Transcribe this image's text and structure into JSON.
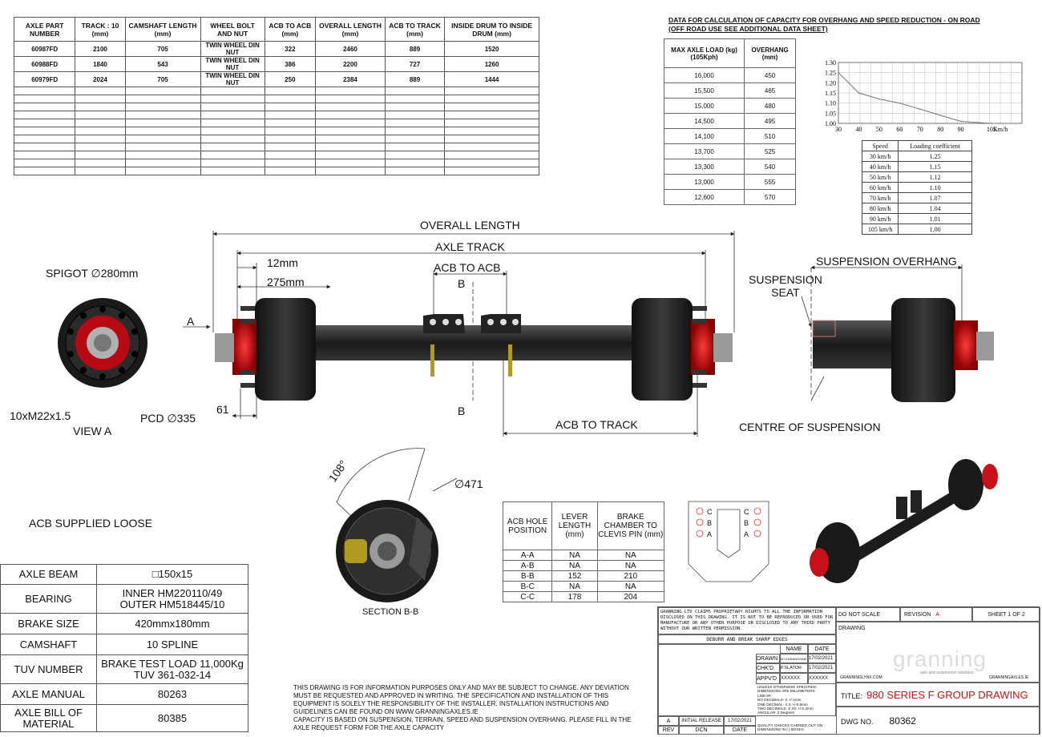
{
  "parts_table": {
    "headers": [
      "AXLE PART NUMBER",
      "TRACK : 10 (mm)",
      "CAMSHAFT LENGTH (mm)",
      "WHEEL BOLT AND NUT",
      "ACB TO ACB (mm)",
      "OVERALL LENGTH (mm)",
      "ACB TO TRACK (mm)",
      "INSIDE DRUM TO INSIDE DRUM (mm)"
    ],
    "rows": [
      [
        "60987FD",
        "2100",
        "705",
        "TWIN WHEEL DIN NUT",
        "322",
        "2460",
        "889",
        "1520"
      ],
      [
        "60988FD",
        "1840",
        "543",
        "TWIN WHEEL DIN NUT",
        "386",
        "2200",
        "727",
        "1260"
      ],
      [
        "60979FD",
        "2024",
        "705",
        "TWIN WHEEL DIN NUT",
        "250",
        "2384",
        "889",
        "1444"
      ]
    ],
    "empty_rows": 11
  },
  "overhang": {
    "title_line1": "DATA FOR CALCULATION OF CAPACITY FOR OVERHANG AND SPEED REDUCTION - ON ROAD",
    "title_line2": "(OFF ROAD USE SEE ADDITIONAL DATA SHEET)",
    "headers": [
      "MAX AXLE LOAD (kg) (105Kph)",
      "OVERHANG (mm)"
    ],
    "rows": [
      [
        "16,000",
        "450"
      ],
      [
        "15,500",
        "465"
      ],
      [
        "15,000",
        "480"
      ],
      [
        "14,500",
        "495"
      ],
      [
        "14,100",
        "510"
      ],
      [
        "13,700",
        "525"
      ],
      [
        "13,300",
        "540"
      ],
      [
        "13,000",
        "555"
      ],
      [
        "12,600",
        "570"
      ]
    ]
  },
  "chart_data": {
    "type": "line",
    "x": [
      30,
      40,
      50,
      60,
      70,
      80,
      90,
      105
    ],
    "series": [
      {
        "values": [
          1.25,
          1.15,
          1.12,
          1.1,
          1.07,
          1.04,
          1.01,
          1.0
        ]
      }
    ],
    "x_ticks": [
      "30",
      "40",
      "50",
      "60",
      "70",
      "80",
      "90",
      "105"
    ],
    "y_ticks": [
      "1.30",
      "1.25",
      "1.20",
      "1.15",
      "1.10",
      "1.05",
      "1.00"
    ],
    "x_unit": "Km/h",
    "xlim": [
      30,
      120
    ],
    "ylim": [
      1.0,
      1.3
    ],
    "grid": true
  },
  "coef_table": {
    "headers": [
      "Speed",
      "Loading coefficient"
    ],
    "rows": [
      [
        "30 km/h",
        "1.25"
      ],
      [
        "40 km/h",
        "1.15"
      ],
      [
        "50 km/h",
        "1.12"
      ],
      [
        "60 km/h",
        "1.10"
      ],
      [
        "70 km/h",
        "1.07"
      ],
      [
        "80 km/h",
        "1.04"
      ],
      [
        "90 km/h",
        "1.01"
      ],
      [
        "105 km/h",
        "1.00"
      ]
    ]
  },
  "dims": {
    "overall_length": "OVERALL LENGTH",
    "axle_track": "AXLE TRACK",
    "acb_to_acb": "ACB TO ACB",
    "acb_to_track": "ACB TO TRACK",
    "d12": "12mm",
    "d275": "275mm",
    "d61": "61",
    "section_b_top": "B",
    "section_b_bottom": "B",
    "view_arrow": "A",
    "spigot": "SPIGOT",
    "spigot_dim": "280mm",
    "bolts": "10xM22x1.5",
    "pcd": "PCD",
    "pcd_dim": "335",
    "view_a": "VIEW A",
    "suspension_overhang": "SUSPENSION OVERHANG",
    "suspension_seat_1": "SUSPENSION",
    "suspension_seat_2": "SEAT",
    "centre_of_suspension": "CENTRE OF SUSPENSION",
    "angle": "108°",
    "drum_dia": "471",
    "section_bb": "SECTION B-B",
    "acb_loose": "ACB SUPPLIED LOOSE"
  },
  "acb_table": {
    "headers": [
      "ACB HOLE POSITION",
      "LEVER LENGTH (mm)",
      "BRAKE CHAMBER TO CLEVIS PIN (mm)"
    ],
    "rows": [
      [
        "A-A",
        "NA",
        "NA"
      ],
      [
        "A-B",
        "NA",
        "NA"
      ],
      [
        "B-B",
        "152",
        "210"
      ],
      [
        "B-C",
        "NA",
        "NA"
      ],
      [
        "C-C",
        "178",
        "204"
      ]
    ],
    "bracket_letters": [
      "C",
      "B",
      "A"
    ]
  },
  "spec_table": [
    [
      "AXLE BEAM",
      "□150x15"
    ],
    [
      "BEARING",
      "INNER HM220110/49\nOUTER HM518445/10"
    ],
    [
      "BRAKE SIZE",
      "420mmx180mm"
    ],
    [
      "CAMSHAFT",
      "10 SPLINE"
    ],
    [
      "TUV NUMBER",
      "BRAKE TEST LOAD 11,000Kg\nTUV 361-032-14"
    ],
    [
      "AXLE MANUAL",
      "80263"
    ],
    [
      "AXLE BILL OF\nMATERIAL",
      "80385"
    ]
  ],
  "notes": "THIS DRAWING IS FOR INFORMATION PURPOSES ONLY AND MAY BE SUBJECT TO CHANGE. ANY DEVIATION MUST BE REQUESTED AND APPROVED IN WRITING. THE SPECIFICATION AND INSTALLATION OF THIS EQUIPMENT IS SOLELY THE RESPONSIBILITY OF THE INSTALLER. INSTALLATION INSTRUCTIONS AND GUIDELINES CAN BE FOUND ON WWW.GRANNINGAXLES.IE\nCAPACITY IS BASED ON SUSPENSION, TERRAIN, SPEED AND SUSPENSION OVERHANG. PLEASE FILL IN THE AXLE REQUEST FORM FOR THE AXLE CAPACITY",
  "title_block": {
    "proprietary": "GRANNING LTD CLAIMS PROPRIETARY RIGHTS TO ALL THE INFORMATION DISCLOSED ON THIS DRAWING. IT IS NOT TO BE REPRODUCED OR USED FOR MANUFACTURE OR ANY OTHER PURPOSE OR DISCLOSED TO ANY THIRD PARTY WITHOUT OUR WRITTEN PERMISSION.",
    "deburr": "DEBURR AND BREAK SHARP EDGES",
    "name_hdr": "NAME",
    "date_hdr": "DATE",
    "drawn": "DRAWN",
    "drawn_name": "M.CUNNINGHAM",
    "drawn_date": "17/02/2021",
    "chkd": "CHK'D",
    "chkd_name": "P.SLATOR",
    "chkd_date": "17/02/2021",
    "appvd": "APPV'D",
    "appvd_name": "XXXXXX",
    "appvd_date": "XXXXXX",
    "tolerances": "UNLESS OTHERWISE SPECIFIED:\nDIMENSIONS ARE MILLIMETERS\nLINEAR:\nNO DECIMALS- X +/-1mm\nONE DECIMAL- X.X +/-0.5mm\nTWO DECIMALS- X.XX +/-0.2mm\nANGULAR: 2 Degrees",
    "quality": "QUALITY CHECKS CARRIED OUT ON DIMENSIONS IN ( ) BOXES.",
    "rev_letter": "A",
    "rev_desc": "INITIAL RELEASE",
    "rev_date": "17/02/2021",
    "rev": "REV",
    "dcn": "DCN",
    "date": "DATE",
    "no_scale": "DO NOT SCALE DRAWING",
    "revision": "REVISION",
    "revision_val": "A",
    "sheet": "SHEET 1 OF 2",
    "logo": "granning",
    "tagline": "axle and suspension solutions",
    "url1": "GRANNINGLYNX.COM",
    "url2": "GRANNINGAXLES.IE",
    "title_lbl": "TITLE:",
    "title_val": "980 SERIES F GROUP DRAWING",
    "dwg_lbl": "DWG NO.",
    "dwg_val": "80362"
  },
  "colors": {
    "hub_red": "#c8101a",
    "drum_black": "#1b1b1b",
    "title_red": "#d01010"
  }
}
